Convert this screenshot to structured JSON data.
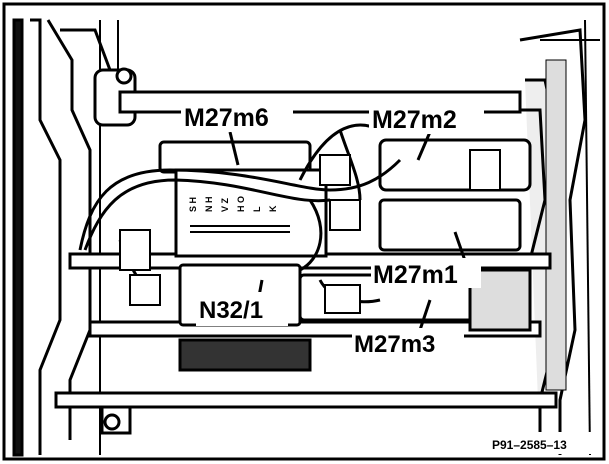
{
  "labels": {
    "m6": "M27m6",
    "m2": "M27m2",
    "m1": "M27m1",
    "m3": "M27m3",
    "n32": "N32/1"
  },
  "figure_ref": "P91–2585–13"
}
